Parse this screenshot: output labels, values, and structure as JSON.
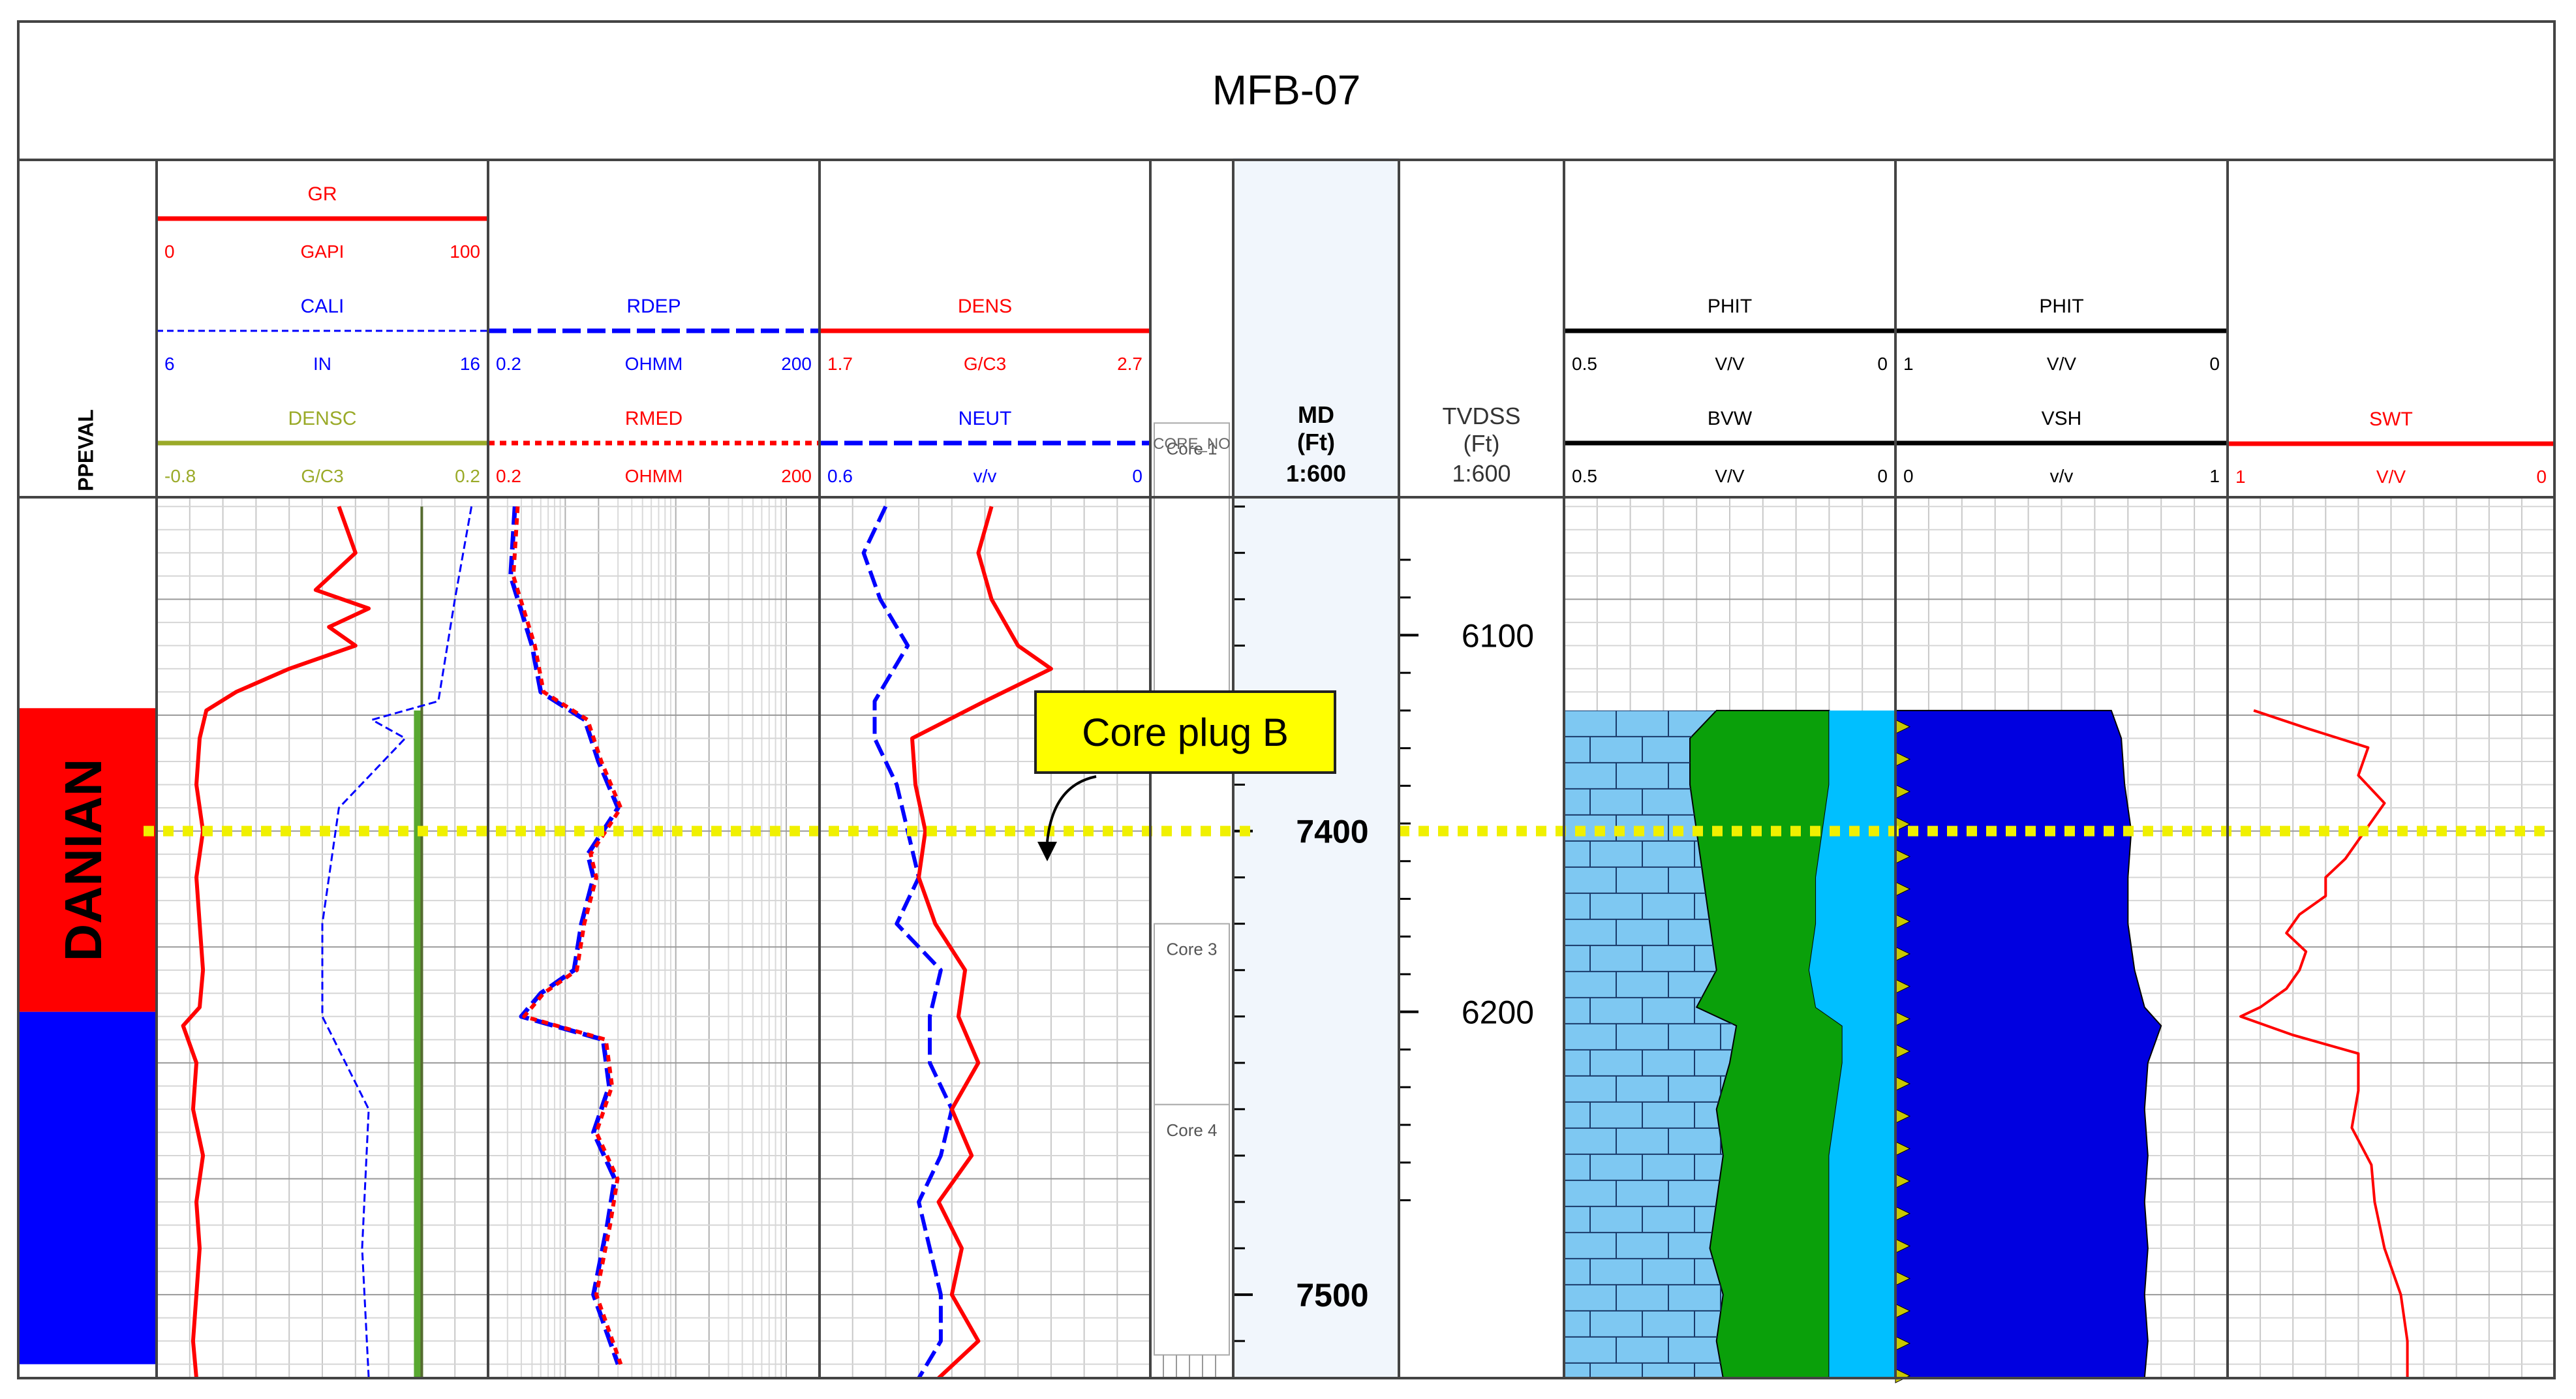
{
  "title": "MFB-07",
  "callout": "Core plug B",
  "zones": [
    {
      "label": "DANIAN",
      "color": "#ff0000",
      "top_md": 7373.5,
      "base_md": 7439
    },
    {
      "label": "",
      "color": "#0000ff",
      "top_md": 7439,
      "base_md": 7515
    }
  ],
  "marker_md": 7400,
  "column_labels": {
    "zone": "PPEVAL",
    "core": "CORE_NO"
  },
  "depth_tracks": {
    "md": {
      "title": "MD",
      "unit": "(Ft)",
      "scale": "1:600",
      "ticks": [
        "7400",
        "7500"
      ]
    },
    "tvdss": {
      "title": "TVDSS",
      "unit": "(Ft)",
      "scale": "1:600",
      "ticks": [
        "6100",
        "6200"
      ]
    }
  },
  "headers": {
    "track1": [
      {
        "name": "GR",
        "min": "0",
        "unit": "GAPI",
        "max": "100",
        "color": "#ff0000"
      },
      {
        "name": "CALI",
        "min": "6",
        "unit": "IN",
        "max": "16",
        "color": "#0000ff"
      },
      {
        "name": "DENSC",
        "min": "-0.8",
        "unit": "G/C3",
        "max": "0.2",
        "color": "#9aaa28"
      }
    ],
    "track2": [
      {
        "name": "RDEP",
        "min": "0.2",
        "unit": "OHMM",
        "max": "200",
        "color": "#0000ff"
      },
      {
        "name": "RMED",
        "min": "0.2",
        "unit": "OHMM",
        "max": "200",
        "color": "#ff0000"
      }
    ],
    "track3": [
      {
        "name": "DENS",
        "min": "1.7",
        "unit": "G/C3",
        "max": "2.7",
        "color": "#ff0000"
      },
      {
        "name": "NEUT",
        "min": "0.6",
        "unit": "v/v",
        "max": "0",
        "color": "#0000ff"
      }
    ],
    "track4": [
      {
        "name": "PHIT",
        "min": "0.5",
        "unit": "V/V",
        "max": "0",
        "color": "#000000"
      },
      {
        "name": "BVW",
        "min": "0.5",
        "unit": "V/V",
        "max": "0",
        "color": "#000000"
      }
    ],
    "track5": [
      {
        "name": "PHIT",
        "min": "1",
        "unit": "V/V",
        "max": "0",
        "color": "#000000"
      },
      {
        "name": "VSH",
        "min": "0",
        "unit": "v/v",
        "max": "1",
        "color": "#000000"
      }
    ],
    "track6": [
      {
        "name": "SWT",
        "min": "1",
        "unit": "V/V",
        "max": "0",
        "color": "#ff0000"
      }
    ]
  },
  "cores": [
    {
      "label": "Core 1",
      "top_md": 7312,
      "base_md": 7374
    },
    {
      "label": "Core 3",
      "top_md": 7420,
      "base_md": 7459
    },
    {
      "label": "Core 4",
      "top_md": 7459,
      "base_md": 7513
    }
  ],
  "chart_data": {
    "type": "line",
    "depth_unit": "ft MD",
    "depth_range": [
      7328,
      7518
    ],
    "tvdss_at_md": [
      [
        7374,
        6120
      ],
      [
        7439,
        6200
      ]
    ],
    "curves": {
      "GR": {
        "d": [
          7330,
          7340,
          7348,
          7352,
          7356,
          7360,
          7365,
          7370,
          7374,
          7380,
          7390,
          7400,
          7410,
          7420,
          7430,
          7438,
          7442,
          7450,
          7460,
          7470,
          7480,
          7490,
          7500,
          7510,
          7518
        ],
        "v": [
          55,
          60,
          48,
          64,
          52,
          60,
          40,
          24,
          15,
          13,
          12,
          14,
          12,
          13,
          14,
          13,
          8,
          12,
          11,
          14,
          12,
          13,
          12,
          11,
          12
        ]
      },
      "CALI": {
        "d": [
          7330,
          7350,
          7372,
          7376,
          7380,
          7395,
          7420,
          7440,
          7460,
          7490,
          7518
        ],
        "v": [
          15.5,
          15,
          14.5,
          12.5,
          13.5,
          11.5,
          11,
          11,
          12.4,
          12.2,
          12.4
        ]
      },
      "DENSC": {
        "d": [
          7330,
          7374,
          7400,
          7450,
          7518
        ],
        "v": [
          0.0,
          0.0,
          0.0,
          0.0,
          0.0
        ]
      },
      "RDEP": {
        "d": [
          7330,
          7345,
          7360,
          7370,
          7376,
          7385,
          7395,
          7405,
          7410,
          7420,
          7430,
          7435,
          7440,
          7445,
          7455,
          7465,
          7475,
          7485,
          7500,
          7515
        ],
        "v": [
          0.35,
          0.32,
          0.5,
          0.6,
          1.5,
          2.0,
          3.0,
          1.6,
          1.8,
          1.4,
          1.2,
          0.6,
          0.4,
          2.2,
          2.5,
          1.8,
          2.8,
          2.4,
          1.8,
          3.0
        ]
      },
      "DENS": {
        "d": [
          7330,
          7340,
          7350,
          7360,
          7365,
          7372,
          7380,
          7390,
          7400,
          7410,
          7420,
          7430,
          7440,
          7450,
          7460,
          7470,
          7480,
          7490,
          7500,
          7510,
          7518
        ],
        "v": [
          2.22,
          2.18,
          2.22,
          2.3,
          2.4,
          2.2,
          1.98,
          1.99,
          2.02,
          2.0,
          2.05,
          2.14,
          2.12,
          2.18,
          2.1,
          2.16,
          2.06,
          2.13,
          2.1,
          2.18,
          2.06
        ]
      },
      "NEUT": {
        "d": [
          7330,
          7340,
          7350,
          7360,
          7372,
          7380,
          7390,
          7400,
          7410,
          7420,
          7430,
          7440,
          7450,
          7460,
          7470,
          7480,
          7490,
          7500,
          7510,
          7518
        ],
        "v": [
          0.48,
          0.52,
          0.49,
          0.44,
          0.5,
          0.5,
          0.46,
          0.44,
          0.42,
          0.46,
          0.38,
          0.4,
          0.4,
          0.36,
          0.38,
          0.42,
          0.4,
          0.38,
          0.38,
          0.42
        ]
      },
      "PHIT": {
        "d": [
          7374,
          7380,
          7390,
          7400,
          7410,
          7420,
          7430,
          7438,
          7442,
          7450,
          7460,
          7470,
          7480,
          7490,
          7500,
          7510,
          7518
        ],
        "v": [
          0.27,
          0.31,
          0.31,
          0.3,
          0.29,
          0.28,
          0.27,
          0.3,
          0.24,
          0.25,
          0.27,
          0.26,
          0.27,
          0.28,
          0.26,
          0.27,
          0.26
        ]
      },
      "BVW": {
        "d": [
          7374,
          7380,
          7390,
          7400,
          7410,
          7420,
          7430,
          7438,
          7442,
          7450,
          7460,
          7470,
          7480,
          7490,
          7500,
          7510,
          7518
        ],
        "v": [
          0.1,
          0.1,
          0.1,
          0.11,
          0.12,
          0.12,
          0.13,
          0.12,
          0.08,
          0.08,
          0.09,
          0.1,
          0.1,
          0.1,
          0.1,
          0.1,
          0.1
        ]
      },
      "VSH": {
        "d": [
          7374,
          7380,
          7390,
          7400,
          7410,
          7420,
          7430,
          7438,
          7442,
          7450,
          7460,
          7470,
          7480,
          7490,
          7500,
          7510,
          7518
        ],
        "v": [
          0.65,
          0.68,
          0.69,
          0.71,
          0.7,
          0.7,
          0.72,
          0.75,
          0.8,
          0.76,
          0.75,
          0.76,
          0.75,
          0.76,
          0.75,
          0.76,
          0.75
        ]
      },
      "SWT": {
        "d": [
          7374,
          7378,
          7382,
          7388,
          7394,
          7400,
          7406,
          7410,
          7414,
          7418,
          7422,
          7426,
          7430,
          7434,
          7438,
          7440,
          7444,
          7448,
          7456,
          7464,
          7472,
          7480,
          7490,
          7500,
          7510,
          7518
        ],
        "v": [
          0.92,
          0.75,
          0.57,
          0.6,
          0.52,
          0.58,
          0.64,
          0.7,
          0.7,
          0.78,
          0.82,
          0.76,
          0.78,
          0.82,
          0.9,
          0.96,
          0.8,
          0.6,
          0.6,
          0.62,
          0.56,
          0.55,
          0.52,
          0.47,
          0.45,
          0.45
        ]
      }
    }
  }
}
